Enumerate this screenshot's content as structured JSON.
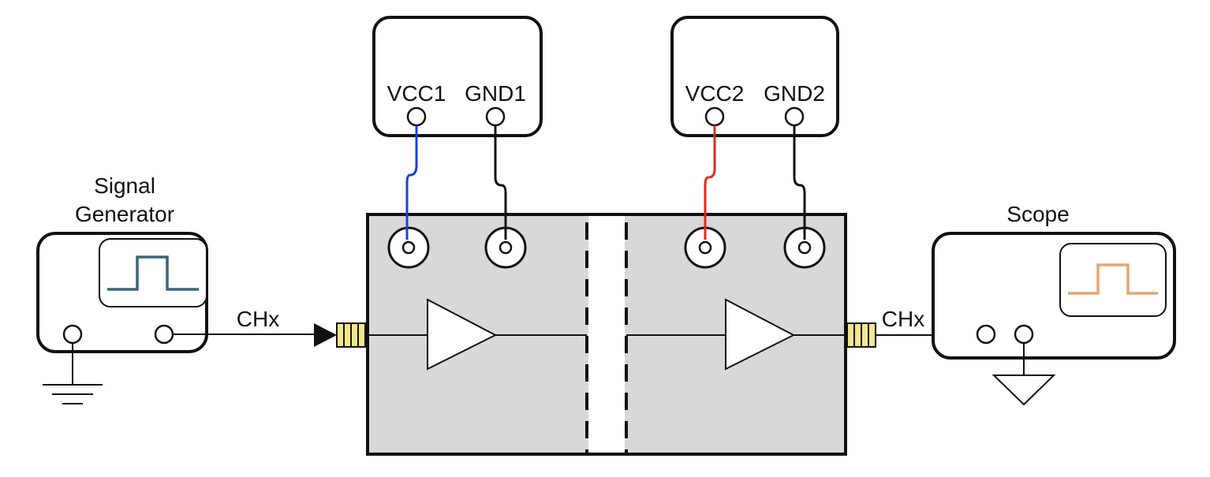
{
  "signal_generator": {
    "label_line1": "Signal",
    "label_line2": "Generator"
  },
  "scope": {
    "label": "Scope"
  },
  "power_supply_1": {
    "vcc_label": "VCC1",
    "gnd_label": "GND1"
  },
  "power_supply_2": {
    "vcc_label": "VCC2",
    "gnd_label": "GND2"
  },
  "input_channel": {
    "label": "CHx"
  },
  "output_channel": {
    "label": "CHx"
  },
  "colors": {
    "vcc1_wire": "#1a3fe0",
    "vcc2_wire": "#e0291f",
    "gnd_wire": "#111111",
    "board_fill": "#d8d8d8",
    "generator_pulse": "#3d6379",
    "scope_pulse": "#e4a676",
    "sma_connector": "#f2e68c"
  },
  "icons": [
    "ground-icon",
    "amplifier-icon",
    "pulse-waveform-icon",
    "sma-connector-icon",
    "arrow-icon"
  ]
}
